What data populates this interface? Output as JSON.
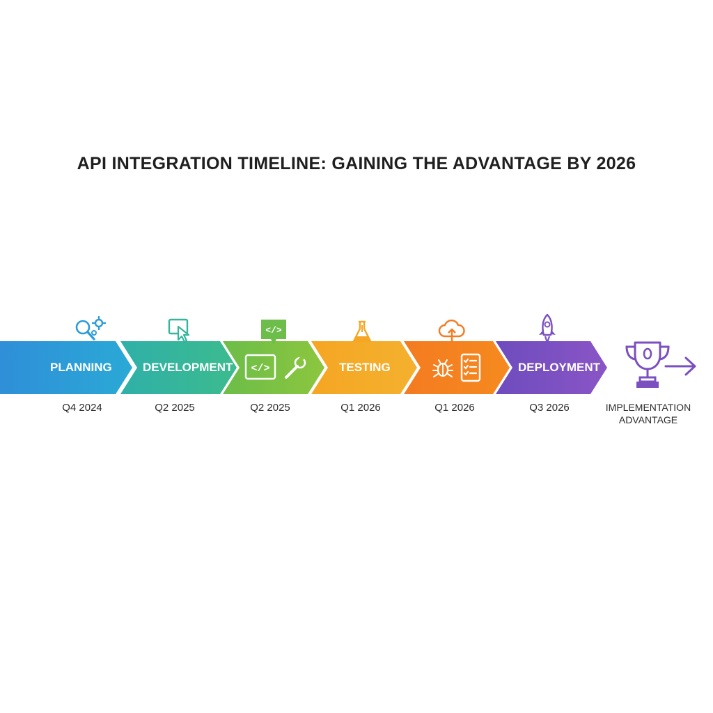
{
  "title": "API INTEGRATION TIMELINE: GAINING THE ADVANTAGE BY 2026",
  "stages": [
    {
      "label": "PLANNING",
      "date": "Q4 2024",
      "color": "#2a9bd6",
      "icon": "magnifier-gear-icon"
    },
    {
      "label": "DEVELOPMENT",
      "date": "Q2 2025",
      "color": "#34b59c",
      "icon": "cursor-window-icon"
    },
    {
      "label": "",
      "date": "Q2 2025",
      "color": "#7cc142",
      "icon": "code-bubble-icon"
    },
    {
      "label": "TESTING",
      "date": "Q1 2026",
      "color": "#f5a623",
      "icon": "flask-icon"
    },
    {
      "label": "",
      "date": "Q1 2026",
      "color": "#f47b20",
      "icon": "cloud-upload-icon"
    },
    {
      "label": "DEPLOYMENT",
      "date": "Q3 2026",
      "color": "#7b4fbf",
      "icon": "rocket-icon"
    }
  ],
  "final": {
    "line1": "IMPLEMENTATION",
    "line2": "ADVANTAGE",
    "color": "#7b4fbf",
    "icon": "trophy-arrow-icon"
  }
}
